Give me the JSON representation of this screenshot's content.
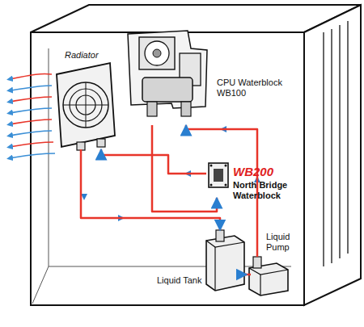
{
  "diagram": {
    "nodes": [
      {
        "text": [
          "Radiator"
        ]
      },
      {
        "text": [
          "CPU Waterblock WB100"
        ]
      },
      {
        "text": [
          "WB200",
          "North Bridge Waterblock"
        ]
      },
      {
        "text": [
          "Liquid Tank"
        ]
      },
      {
        "text": [
          "Liquid Pump"
        ]
      }
    ],
    "edges": [
      {
        "from": 4,
        "to": 1,
        "arrow": "to"
      },
      {
        "from": 1,
        "to": 2,
        "arrow": "to"
      },
      {
        "from": 2,
        "to": 0,
        "arrow": "to"
      },
      {
        "from": 0,
        "to": 3,
        "arrow": "to"
      },
      {
        "from": 3,
        "to": 4,
        "arrow": "to"
      }
    ]
  }
}
